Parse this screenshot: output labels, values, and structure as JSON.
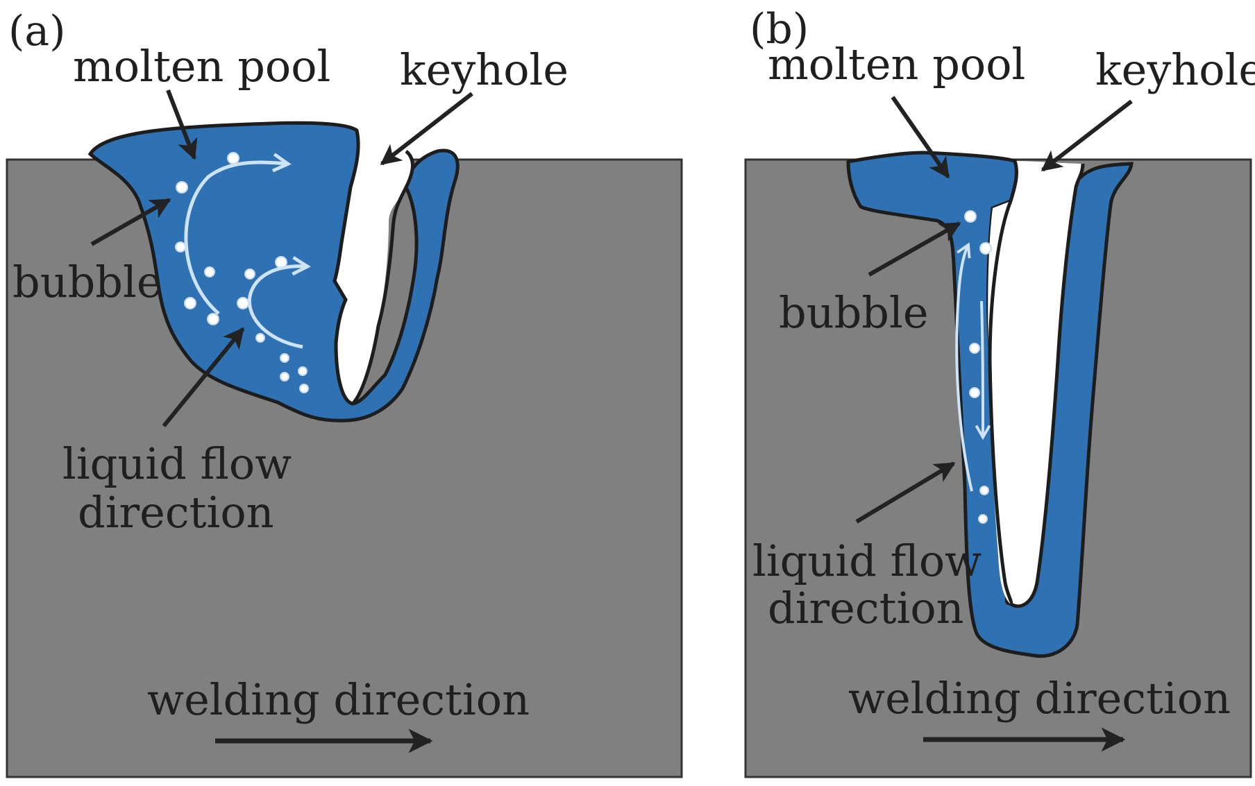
{
  "panels": [
    {
      "tag": "(a)",
      "molten_pool_label": "molten pool",
      "keyhole_label": "keyhole",
      "bubble_label": "bubble",
      "flow_label_line1": "liquid flow",
      "flow_label_line2": "direction",
      "welding_label": "welding direction"
    },
    {
      "tag": "(b)",
      "molten_pool_label": "molten pool",
      "keyhole_label": "keyhole",
      "bubble_label": "bubble",
      "flow_label_line1": "liquid flow",
      "flow_label_line2": "direction",
      "welding_label": "welding direction"
    }
  ],
  "colors": {
    "substrate": "#808080",
    "molten_pool": "#2e72b3",
    "outline": "#1d1d1d",
    "arrow": "#222222",
    "flow_arrow": "#cfe3f7",
    "bubble": "#ffffff"
  }
}
